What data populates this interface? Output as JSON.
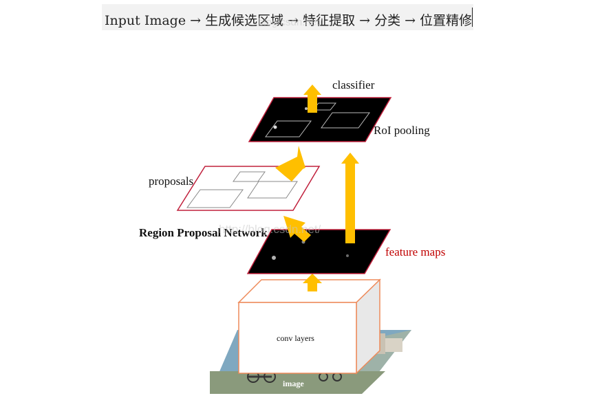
{
  "header": {
    "title": "Input Image → 生成候选区域 → 特征提取 → 分类 → 位置精修"
  },
  "labels": {
    "classifier": "classifier",
    "roi_pooling": "RoI pooling",
    "proposals": "proposals",
    "rpn": "Region Proposal Network",
    "feature_maps": "feature maps",
    "conv_layers": "conv layers",
    "image": "image"
  },
  "watermarks": {
    "top": "blog.csdn.net/",
    "middle": "http://blog.csdn.net/"
  },
  "colors": {
    "arrow": "#ffbf00",
    "proposal_border": "#c0203c",
    "feature_border": "#c0203c",
    "feature_text": "#c00000",
    "conv_border": "#ee8a5a",
    "dark_panel": "#000000"
  }
}
